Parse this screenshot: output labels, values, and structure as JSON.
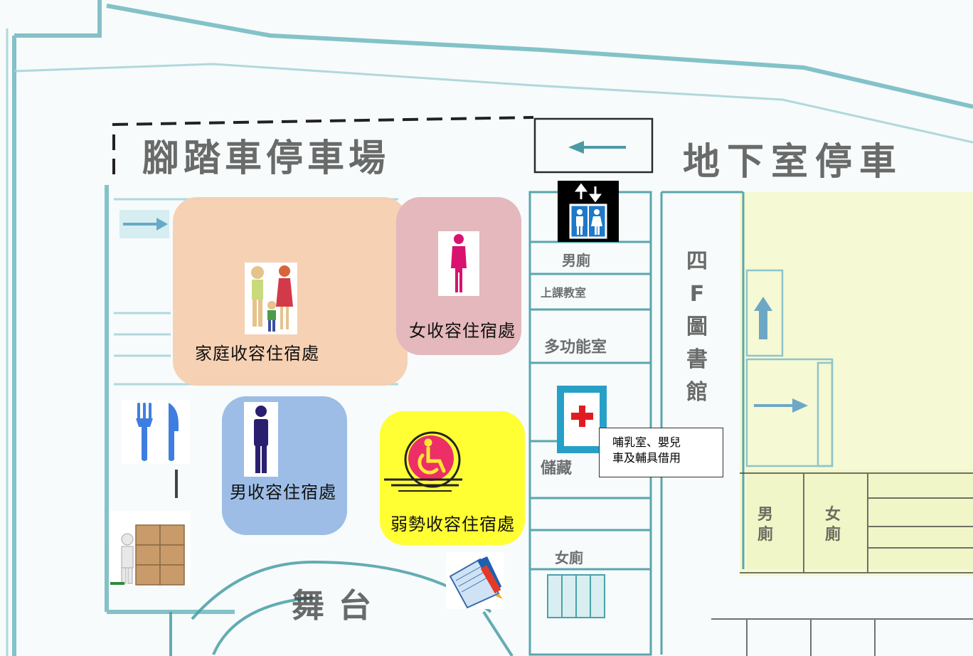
{
  "map": {
    "labels": {
      "bicycle_parking": "腳踏車停車場",
      "basement_parking": "地下室停車",
      "stage": "舞台",
      "library_vertical": [
        "四",
        "F",
        "圖",
        "書",
        "館"
      ]
    },
    "rooms": {
      "restroom": "男廁",
      "classroom": "上課教室",
      "multipurpose": "多功能室",
      "storage": "儲藏",
      "restroom2": "女廁",
      "right_rooms": [
        "男廁",
        "女廁"
      ]
    }
  },
  "shelters": {
    "family": "家庭收容住宿處",
    "female": "女收容住宿處",
    "male": "男收容住宿處",
    "disadvantaged": "弱勢收容住宿處"
  },
  "callout": {
    "line1": "哺乳室、嬰兒",
    "line2": "車及輔具借用"
  },
  "icons": [
    "elevator-icon",
    "female-person-icon",
    "male-person-icon",
    "family-icon",
    "wheelchair-icon",
    "first-aid-icon",
    "dining-icon",
    "supplies-boxes-icon",
    "registration-notebook-icon",
    "arrow-left-icon",
    "arrow-up-icon",
    "arrow-right-icon"
  ],
  "colors": {
    "family_zone": "#f5cfb0",
    "female_zone": "#e4b8bc",
    "male_zone": "#9dbde6",
    "disadvantaged_zone": "#ffff33",
    "female_icon": "#d8126e",
    "male_icon": "#2a1f6e",
    "wall_lines": "#56aab4",
    "lemon_area": "#f3f8c0"
  }
}
